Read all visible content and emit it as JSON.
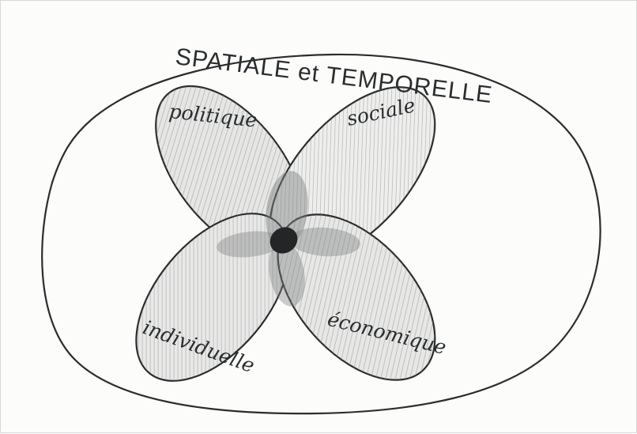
{
  "diagram": {
    "title": "SPATIALE et TEMPORELLE",
    "petals": [
      {
        "id": "politique",
        "label": "politique"
      },
      {
        "id": "sociale",
        "label": "sociale"
      },
      {
        "id": "individuelle",
        "label": "individuelle"
      },
      {
        "id": "economique",
        "label": "économique"
      }
    ]
  }
}
